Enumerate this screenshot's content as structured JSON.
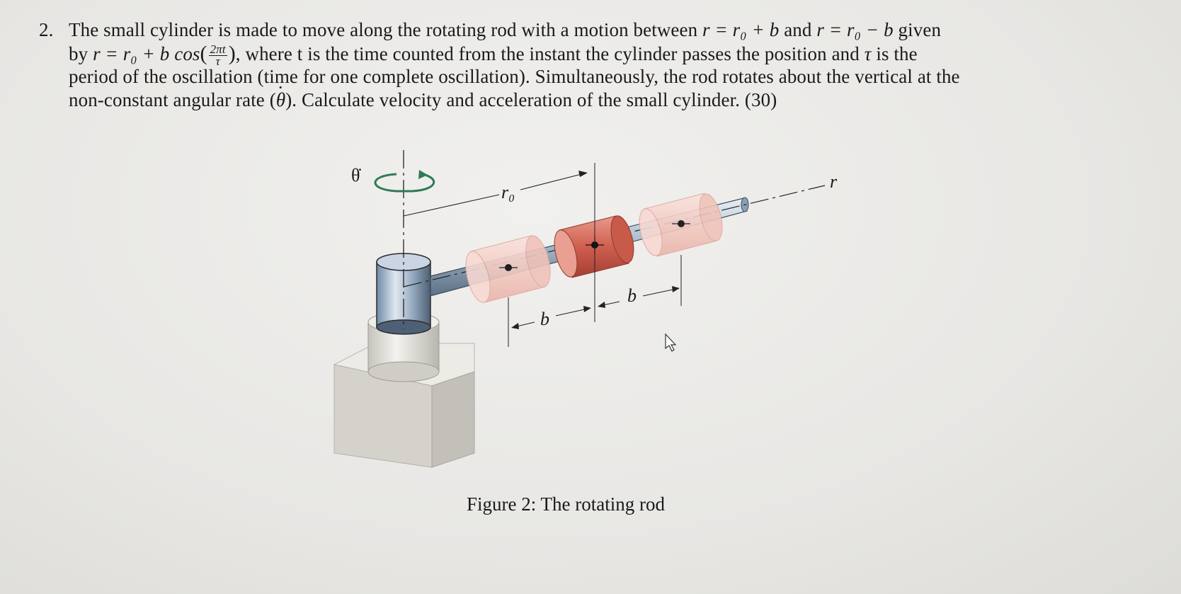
{
  "problem": {
    "number": "2.",
    "line1_a": "The small cylinder is made to move along the rotating rod with a motion between ",
    "line1_b": " and ",
    "line1_c": " given",
    "line2_a": "by ",
    "line2_b": ", where t is the time counted from the instant the cylinder passes the position and ",
    "line2_c": " is the",
    "line3": "period of the oscillation (time for one complete oscillation). Simultaneously, the rod rotates about the vertical at the",
    "line4_a": "non-constant angular rate (",
    "line4_b": "). Calculate velocity and acceleration of the small cylinder. (30)",
    "eq1": "r = r₀ + b",
    "eq2": "r = r₀ − b",
    "eq3_pre": "r = r₀ + b cos",
    "frac_num": "2πt",
    "frac_den": "τ",
    "tau": "τ",
    "theta": "θ"
  },
  "figure": {
    "label_theta_dot": "θ̇",
    "label_r0": "r₀",
    "label_r": "r",
    "label_b_left": "b",
    "label_b_right": "b",
    "colors": {
      "cylinder_active": "#c9584a",
      "cylinder_ghost": "#f2c9c0",
      "rod": "#9fb3c6",
      "rotation_arrow": "#2f7a55",
      "base": "#d8d6cf"
    }
  },
  "caption": "Figure 2: The rotating rod"
}
